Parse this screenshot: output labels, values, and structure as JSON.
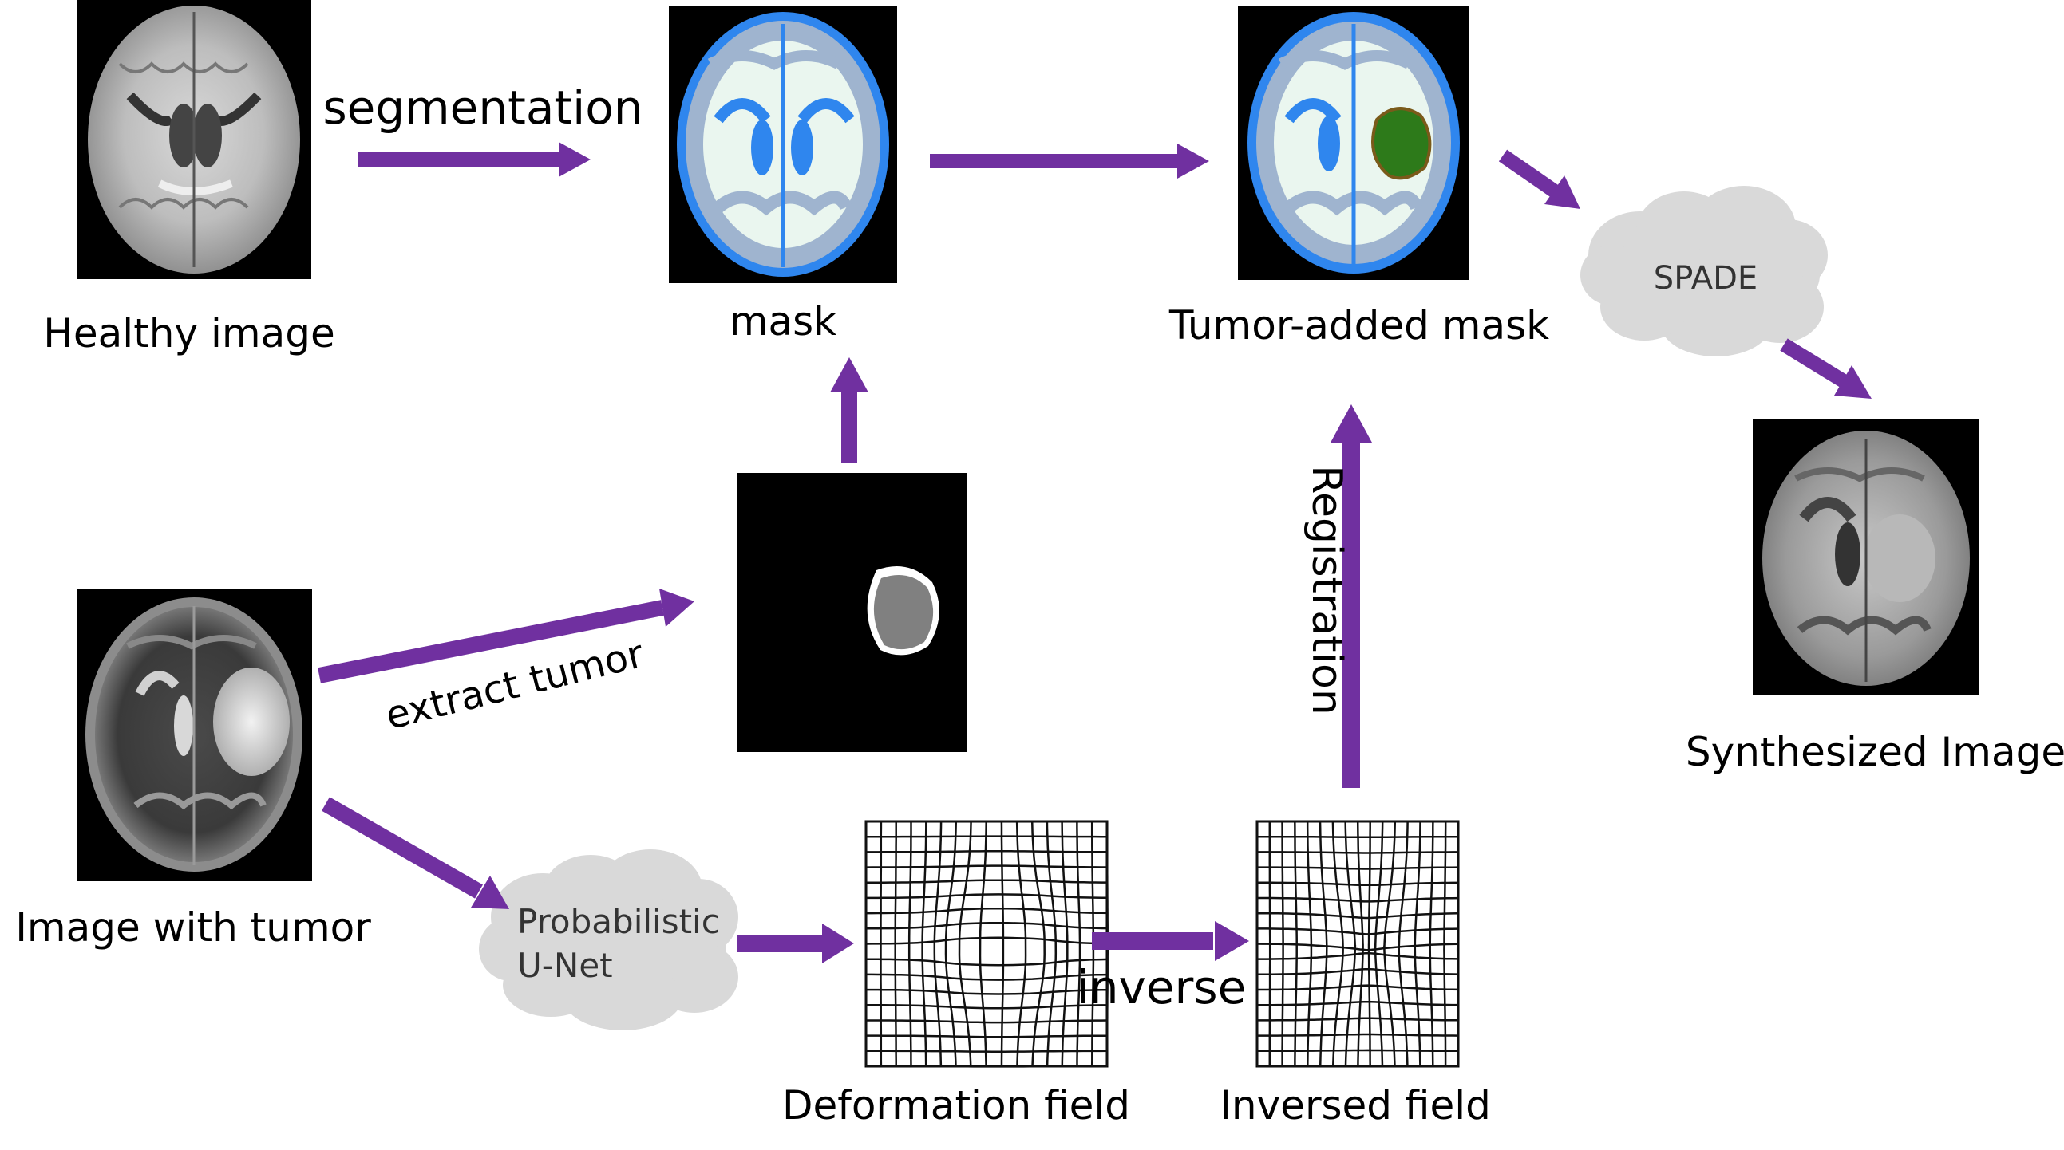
{
  "labels": {
    "healthy_image": "Healthy image",
    "segmentation": "segmentation",
    "mask": "mask",
    "tumor_added_mask": "Tumor-added mask",
    "spade": "SPADE",
    "synthesized_image": "Synthesized Image",
    "image_with_tumor": "Image with tumor",
    "extract_tumor": "extract tumor",
    "registration": "Registration",
    "probabilistic_line1": "Probabilistic",
    "probabilistic_line2": "U-Net",
    "deformation_field": "Deformation field",
    "inverse": "inverse",
    "inversed_field": "Inversed field"
  },
  "colors": {
    "arrow": "#7030a0",
    "cloud": "#d9d9d9",
    "mask_white": "#eaf6ef",
    "mask_gray": "#9fb4cf",
    "mask_blue": "#2f86ee",
    "tumor_green": "#2d7a1a",
    "tumor_gray": "#808080"
  },
  "icons": {
    "healthy_image": "brain-mri-healthy",
    "mask": "brain-segmentation-mask",
    "tumor_added_mask": "brain-segmentation-mask-with-tumor",
    "synthesized_image": "brain-mri-synthesized",
    "image_with_tumor": "brain-mri-tumor",
    "tumor_mask": "extracted-tumor-mask",
    "deformation_field": "deformation-grid",
    "inversed_field": "inverse-deformation-grid"
  }
}
